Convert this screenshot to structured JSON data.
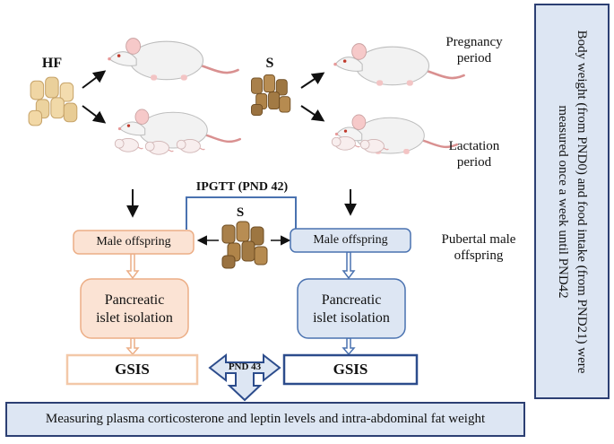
{
  "labels": {
    "hf": "HF",
    "s_top": "S",
    "s_middle": "S",
    "pregnancy": [
      "Pregnancy",
      "period"
    ],
    "lactation": [
      "Lactation",
      "period"
    ],
    "ipgtt": "IPGTT (PND 42)",
    "pubertal": [
      "Pubertal male",
      "offspring"
    ],
    "male_offspring_left": "Male offspring",
    "male_offspring_right": "Male offspring",
    "islet_left": [
      "Pancreatic",
      "islet isolation"
    ],
    "islet_right": [
      "Pancreatic",
      "islet isolation"
    ],
    "gsis_left": "GSIS",
    "gsis_right": "GSIS",
    "pnd43": "PND 43",
    "side_note": "Body weight (from PND0) and food intake (from PND21) were measured once a week until PND42",
    "bottom_note": "Measuring plasma corticosterone and leptin levels and intra-abdominal fat weight"
  },
  "colors": {
    "orange_fill": "#fbe3d4",
    "orange_border": "#ecae86",
    "blue_fill": "#dde6f3",
    "blue_border": "#4a72b0",
    "navy_border": "#2c3f73",
    "hf_pellet": "#f0d6a4",
    "s_pellet": "#a9804a"
  },
  "icons": [
    "rat-icon",
    "rat-with-pups-icon",
    "high-fat-pellets-icon",
    "standard-pellets-icon"
  ]
}
